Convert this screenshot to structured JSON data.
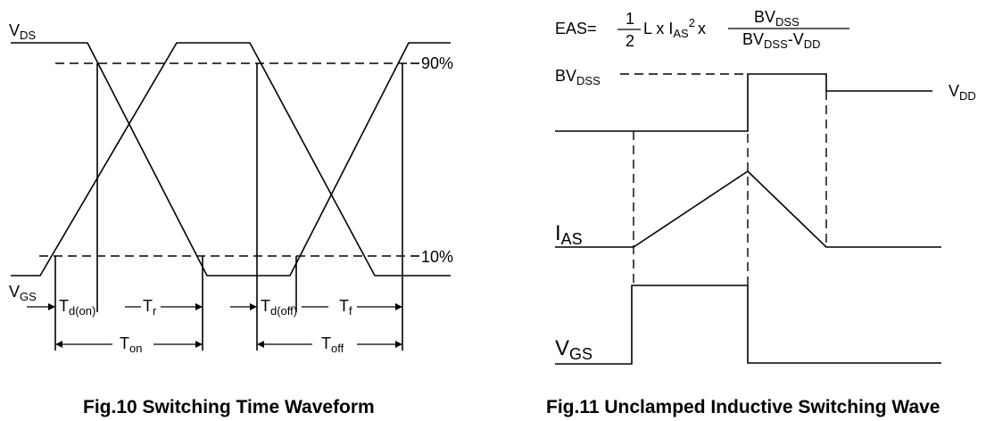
{
  "fig10": {
    "caption": "Fig.10 Switching Time Waveform",
    "vds": {
      "main": "V",
      "sub": "DS"
    },
    "vgs": {
      "main": "V",
      "sub": "GS"
    },
    "pct90": "90%",
    "pct10": "10%",
    "td_on": {
      "main": "T",
      "sub": "d(on)"
    },
    "tr": {
      "main": "T",
      "sub": "r"
    },
    "td_off": {
      "main": "T",
      "sub": "d(off)"
    },
    "tf": {
      "main": "T",
      "sub": "f"
    },
    "ton": {
      "main": "T",
      "sub": "on"
    },
    "toff": {
      "main": "T",
      "sub": "off"
    }
  },
  "fig11": {
    "caption": "Fig.11 Unclamped Inductive Switching Wave",
    "formula": {
      "lhs": "EAS=",
      "half_num": "1",
      "half_den": "2",
      "mid_l": "L x I",
      "mid_sub": "AS",
      "mid_sup": "2",
      "mid_x": "x",
      "num_main": "BV",
      "num_sub": "DSS",
      "den_main": "BV",
      "den_sub1": "DSS",
      "den_mid": "-V",
      "den_sub2": "DD"
    },
    "bvdss": {
      "main": "BV",
      "sub": "DSS"
    },
    "vdd": {
      "main": "V",
      "sub": "DD"
    },
    "ias": {
      "main": "I",
      "sub": "AS"
    },
    "vgs": {
      "main": "V",
      "sub": "GS"
    }
  }
}
